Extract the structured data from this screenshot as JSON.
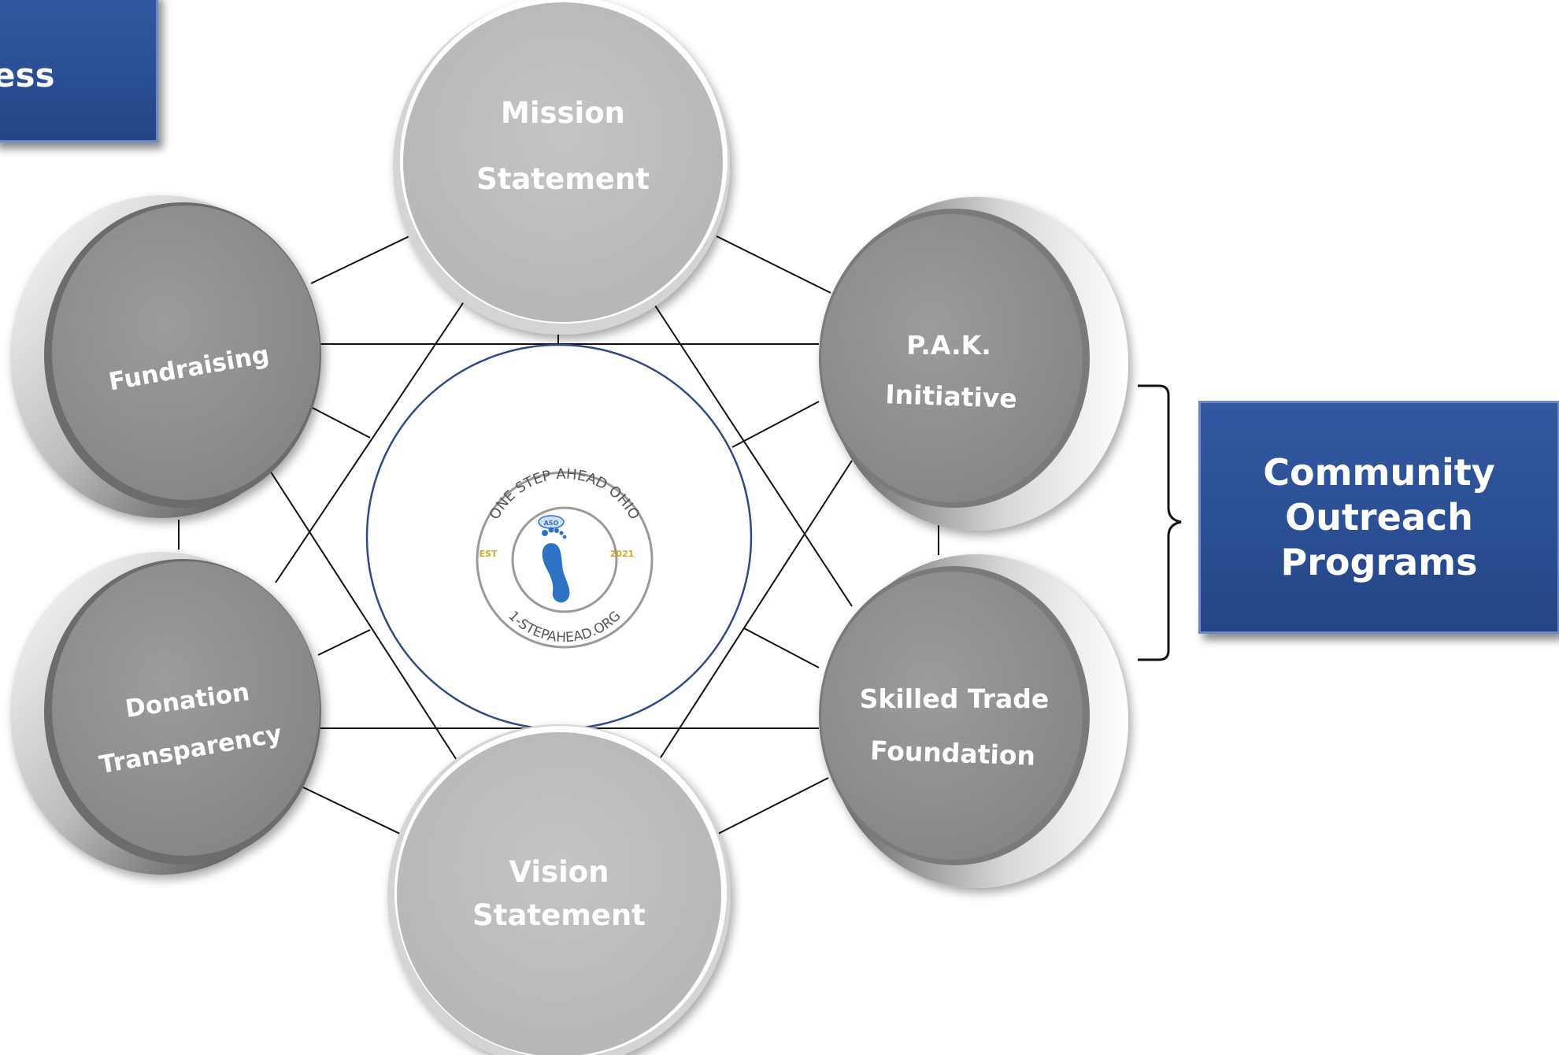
{
  "corner_label": "ess",
  "nodes": {
    "mission": [
      "Mission",
      "Statement"
    ],
    "pak": [
      "P.A.K.",
      "Initiative"
    ],
    "skilled": [
      "Skilled Trade",
      "Foundation"
    ],
    "vision": [
      "Vision",
      "Statement"
    ],
    "donation": [
      "Donation",
      "Transparency"
    ],
    "fundraising": [
      "Fundraising"
    ]
  },
  "logo": {
    "arc_top": "ONE STEP AHEAD OHIO",
    "arc_bottom": "1-STEPAHEAD.ORG",
    "est": "EST",
    "year": "2021",
    "mini": "ASO"
  },
  "outreach_box": [
    "Community",
    "Outreach",
    "Programs"
  ],
  "colors": {
    "dark_grey": "#8f8f8f",
    "light_grey": "#bdbdbd",
    "blue_box": "#2e5296",
    "logo_blue": "#2d72c4",
    "logo_gold": "#d9a820"
  }
}
